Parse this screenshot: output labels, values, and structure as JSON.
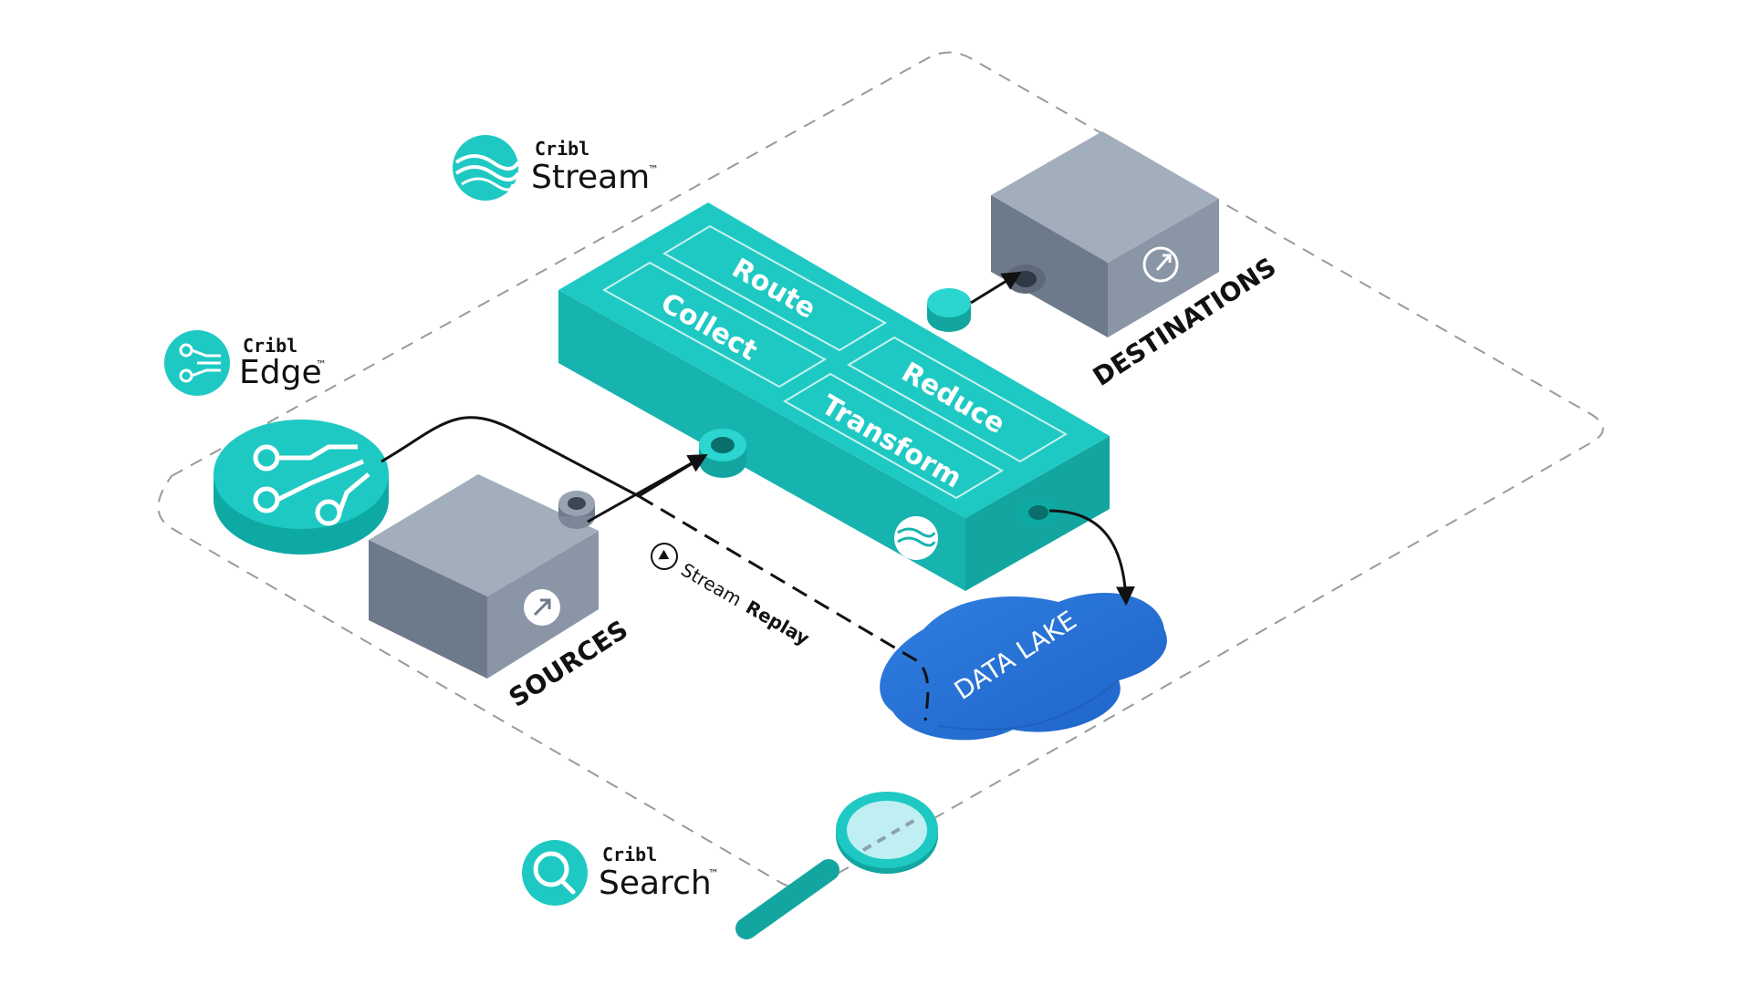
{
  "products": {
    "stream": {
      "brand": "Cribl",
      "name": "Stream"
    },
    "edge": {
      "brand": "Cribl",
      "name": "Edge"
    },
    "search": {
      "brand": "Cribl",
      "name": "Search"
    }
  },
  "trademark": "™",
  "stream_panels": [
    "Route",
    "Collect",
    "Reduce",
    "Transform"
  ],
  "labels": {
    "sources": "SOURCES",
    "destinations": "DESTINATIONS",
    "data_lake": "DATA LAKE",
    "replay_brand": "Stream",
    "replay_word": "Replay"
  },
  "colors": {
    "teal": "#1FC9C3",
    "teal_dark": "#0FA9A4",
    "box_gray": "#8A96A6",
    "box_gray_dark": "#6D7A8B",
    "lake_blue": "#2F7FE0",
    "line": "#111111"
  },
  "icons": {
    "stream_logo": "stream-waves-icon",
    "edge_logo": "edge-circuit-icon",
    "search_logo": "search-magnifier-icon",
    "source_glyph": "arrow-circle-icon",
    "destination_glyph": "arrow-circle-out-icon",
    "replay_glyph": "play-icon"
  }
}
